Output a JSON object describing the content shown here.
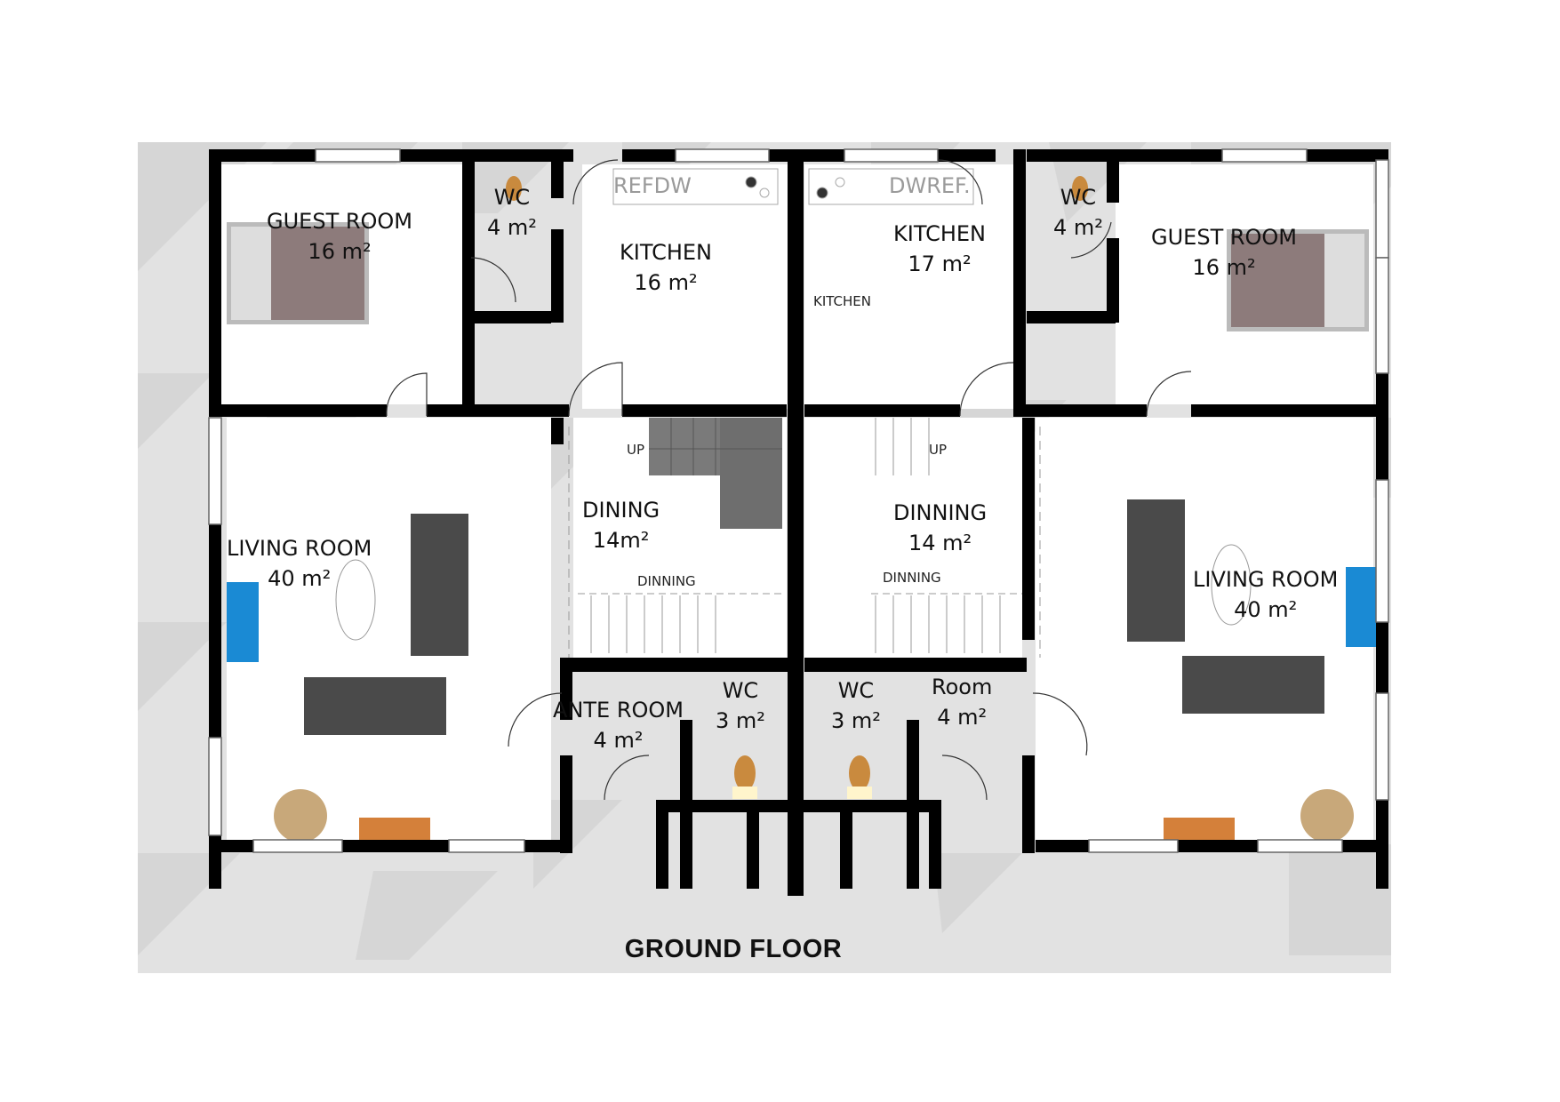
{
  "plan_title": "GROUND FLOOR",
  "colors": {
    "wall": "#000000",
    "floor_shade": "#d6d6d6",
    "sofa": "#4a4a4a",
    "tv": "#1a8ad4",
    "sideboard": "#d4803a",
    "round_table": "#c8a87a",
    "toilet": "#c98a3e",
    "stair_dark": "#7a7a7a"
  },
  "rooms": {
    "guest_left": {
      "name": "GUEST ROOM",
      "area": "16 m²"
    },
    "wc_left_top": {
      "name": "WC",
      "area": "4 m²"
    },
    "kitchen_left": {
      "name": "KITCHEN",
      "area": "16 m²"
    },
    "kitchen_right": {
      "name": "KITCHEN",
      "area": "17 m²"
    },
    "wc_right_top": {
      "name": "WC",
      "area": "4 m²"
    },
    "guest_right": {
      "name": "GUEST ROOM",
      "area": "16 m²"
    },
    "living_left": {
      "name": "LIVING ROOM",
      "area": "40 m²"
    },
    "dining_left": {
      "name": "DINING",
      "area": "14m²"
    },
    "dining_right": {
      "name": "DINNING",
      "area": "14 m²"
    },
    "living_right": {
      "name": "LIVING ROOM",
      "area": "40 m²"
    },
    "ante_room": {
      "name": "ANTE ROOM",
      "area": "4 m²"
    },
    "wc_left_bottom": {
      "name": "WC",
      "area": "3 m²"
    },
    "wc_right_bottom": {
      "name": "WC",
      "area": "3 m²"
    },
    "room_right": {
      "name": "Room",
      "area": "4 m²"
    }
  },
  "annotations": {
    "up_left": "UP",
    "up_right": "UP",
    "dinning_left": "DINNING",
    "dinning_right": "DINNING",
    "kitchen_small_right": "KITCHEN",
    "appliance_left": "REFDW",
    "appliance_right": "DWREF."
  }
}
